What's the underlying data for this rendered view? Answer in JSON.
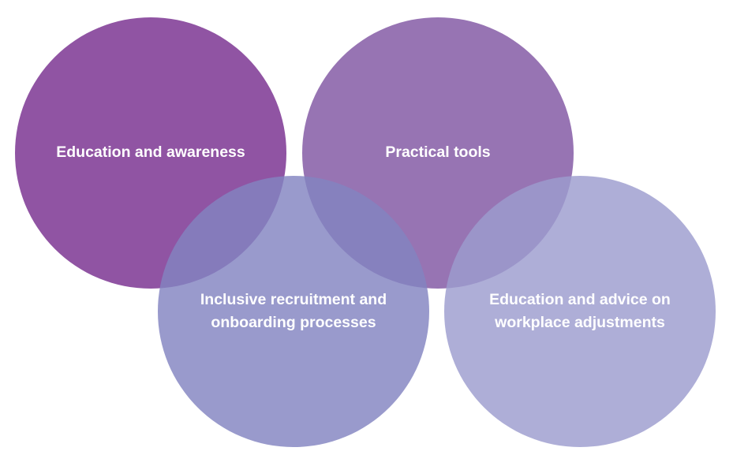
{
  "diagram": {
    "type": "overlapping-circles",
    "circles": [
      {
        "id": "education-awareness",
        "label": "Education and awareness",
        "color": "#8a4b9e",
        "opacity": 0.95
      },
      {
        "id": "practical-tools",
        "label": "Practical tools",
        "color": "#8e68ad",
        "opacity": 0.92
      },
      {
        "id": "inclusive-recruitment",
        "label": "Inclusive recruitment and\nonboarding processes",
        "color": "#8284c1",
        "opacity": 0.82
      },
      {
        "id": "workplace-adjustments",
        "label": "Education and advice on\nworkplace adjustments",
        "color": "#9c9cce",
        "opacity": 0.82
      }
    ]
  }
}
